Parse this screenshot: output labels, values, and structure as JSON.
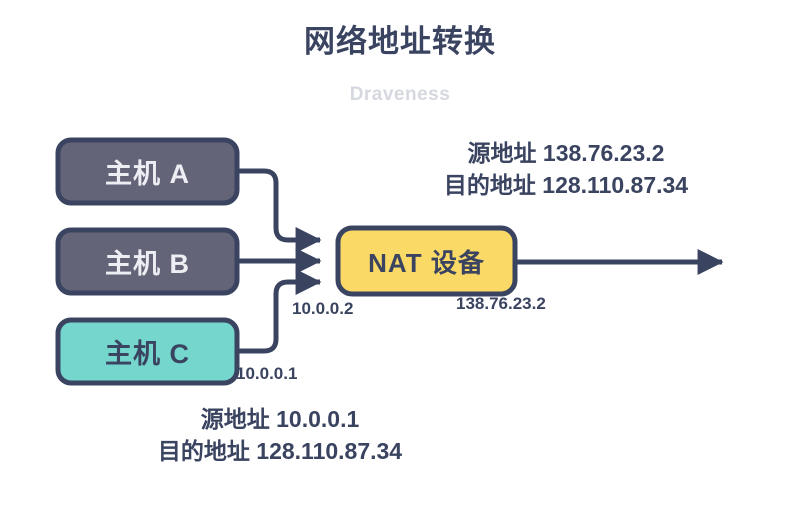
{
  "header": {
    "title": "网络地址转换",
    "subtitle": "Draveness"
  },
  "diagram": {
    "type": "network-address-translation",
    "nodes": [
      {
        "id": "host-a",
        "label": "主机 A",
        "fill": "#646478",
        "stroke": "#3a4460",
        "text_color": "#eceef3"
      },
      {
        "id": "host-b",
        "label": "主机 B",
        "fill": "#646478",
        "stroke": "#3a4460",
        "text_color": "#eceef3"
      },
      {
        "id": "host-c",
        "label": "主机 C",
        "fill": "#74d6cc",
        "stroke": "#3a4460",
        "text_color": "#3a4460"
      },
      {
        "id": "nat-device",
        "label": "NAT 设备",
        "fill": "#fad967",
        "stroke": "#3a4460",
        "text_color": "#3a4460"
      }
    ],
    "address_labels": {
      "top": {
        "source_line": "源地址 138.76.23.2",
        "destination_line": "目的地址 128.110.87.34"
      },
      "bottom": {
        "source_line": "源地址 10.0.0.1",
        "destination_line": "目的地址 128.110.87.34"
      }
    },
    "ip_annotations": [
      {
        "id": "host-c-ip",
        "value": "10.0.0.1"
      },
      {
        "id": "host-b-ip",
        "value": "10.0.0.2"
      },
      {
        "id": "nat-public-ip",
        "value": "138.76.23.2"
      }
    ],
    "colors": {
      "line": "#3a4460",
      "navy": "#3a4460",
      "gray_box": "#646478",
      "teal_box": "#74d6cc",
      "yellow_box": "#fad967",
      "subtitle_gray": "#d6d8df",
      "background": "#ffffff"
    }
  }
}
